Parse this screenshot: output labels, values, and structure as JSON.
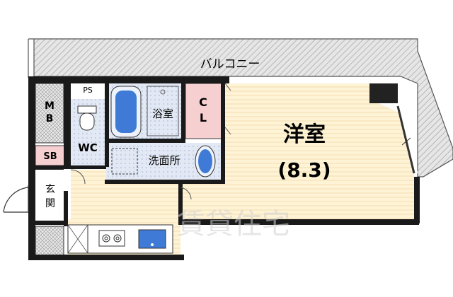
{
  "rooms": {
    "balcony": "バルコニー",
    "western_room": "洋室",
    "western_room_size": "(8.3)",
    "bath": "浴室",
    "closet": "CL",
    "wc": "WC",
    "washroom": "洗面所",
    "entrance": "玄関",
    "meter_box": "MB",
    "shoe_box": "SB",
    "pipe_space": "PS"
  },
  "watermark": "賃貸住宅",
  "colors": {
    "wall": "#1a1a1a",
    "hatch": "#d9d9d9",
    "floor": "#fff3d6",
    "tile": "#dfe6f2",
    "bathtub": "#3f7bd6",
    "closet": "#f6d0d0",
    "shoebox": "#f6d0d0"
  }
}
